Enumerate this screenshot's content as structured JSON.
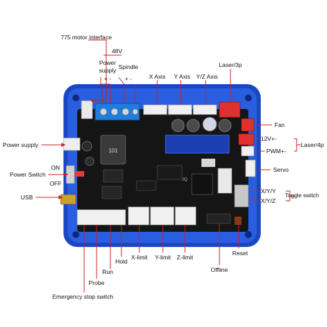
{
  "labels": {
    "motor_interface": "775 motor interface",
    "v48": "48V",
    "power_supply_top_1": "Power",
    "power_supply_top_2": "supply",
    "spindle": "Spindle",
    "plus_minus_a": "+  -",
    "plus_minus_b": "+  -",
    "x_axis": "X Axis",
    "y_axis": "Y Axis",
    "yz_axis": "Y/Z Axis",
    "laser3p": "Laser/3p",
    "fan": "Fan",
    "v12": "12V+-",
    "laser4p": "Laser/4p",
    "pwm": "PWM+-",
    "servo": "Servo",
    "xyy": "X/Y/Y",
    "xyz": "X/Y/Z",
    "toggle_switch": "Toggle switch",
    "power_supply_left": "Power supply",
    "power_switch": "Power Switch",
    "on": "ON",
    "off": "OFF",
    "usb": "USB",
    "reset": "Reset",
    "offline": "Offline",
    "z_limit": "Z-limit",
    "y_limit": "Y-limit",
    "x_limit": "X-limit",
    "hold": "Hold",
    "run": "Run",
    "probe": "Probe",
    "estop": "Emergency stop switch",
    "chip_label": "JQ",
    "inductor_code": "101"
  },
  "colors": {
    "case_blue": "#1f4fd0",
    "pcb_black": "#141414",
    "leader_red": "#d21e1e",
    "terminal_blue": "#1f7de0",
    "connector_red": "#e03030"
  }
}
